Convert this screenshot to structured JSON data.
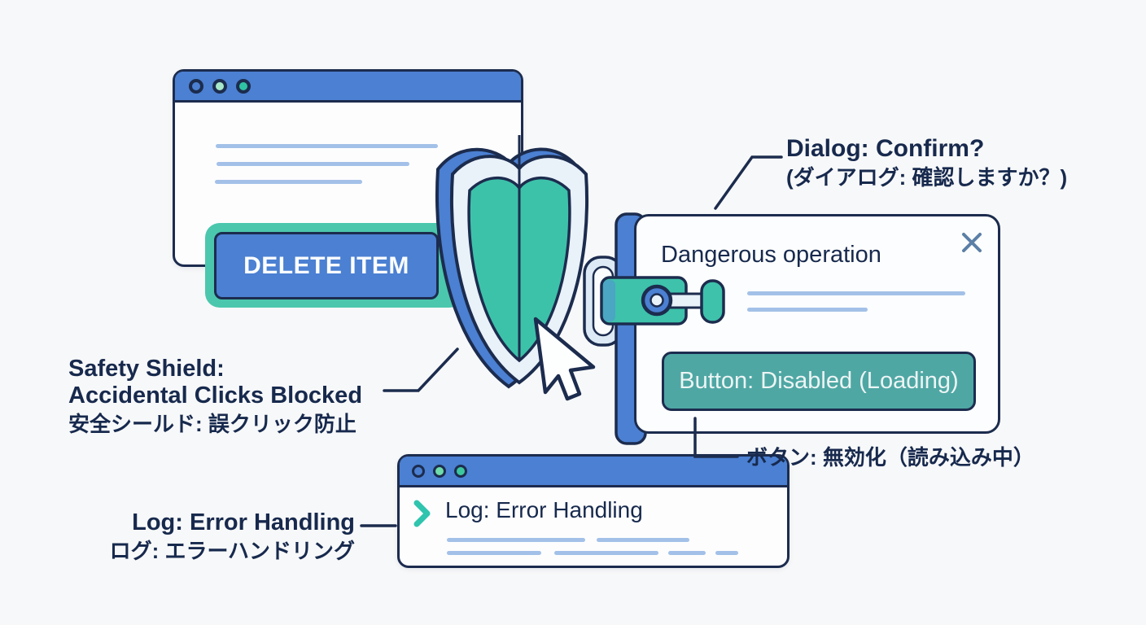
{
  "colors": {
    "background": "#f7f8f9",
    "outline_navy": "#1c2c4e",
    "primary_blue": "#4b80d2",
    "shield_teal": "#3dc2aa",
    "backdrop_teal": "#4bc7ad",
    "disabled_button_teal": "#4fa7a4",
    "mint_dot": "#a6e7c9",
    "ice_highlight": "#e9f1f9",
    "placeholder_line_blue": "#a3c1e8",
    "close_x_blue": "#5b7fa7",
    "text_navy": "#17294d"
  },
  "browser_window": {
    "delete_button_label": "DELETE ITEM"
  },
  "dialog": {
    "title": "Dangerous operation",
    "button_label": "Button: Disabled (Loading)",
    "annotation_en": "Dialog: Confirm?",
    "annotation_ja": "(ダイアログ: 確認しますか？)"
  },
  "button_annotation": {
    "ja": "ボタン: 無効化（読み込み中）"
  },
  "shield_annotation": {
    "en_line1": "Safety Shield:",
    "en_line2": "Accidental Clicks Blocked",
    "ja": "安全シールド: 誤クリック防止"
  },
  "log_window": {
    "entry_text": "Log: Error Handling",
    "annotation_en": "Log: Error Handling",
    "annotation_ja": "ログ: エラーハンドリング"
  },
  "icons": {
    "close": "x-close",
    "log_prompt": "chevron-right",
    "shield": "safety-shield",
    "cursor": "mouse-arrow-cursor",
    "latch": "lock-latch-bolt",
    "window_controls": "traffic-light-dots"
  }
}
